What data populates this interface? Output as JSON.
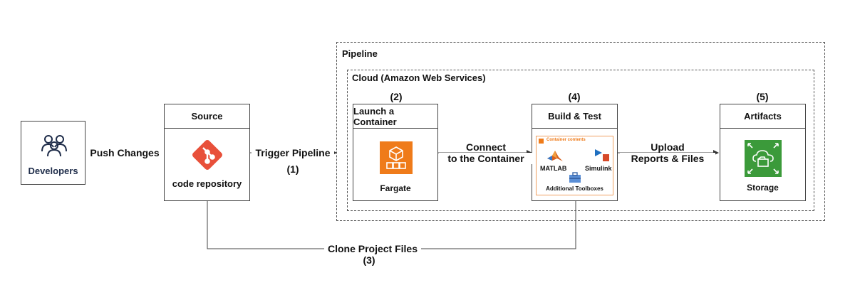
{
  "frames": {
    "pipeline_title": "Pipeline",
    "cloud_title": "Cloud (Amazon Web Services)"
  },
  "developers": {
    "label": "Developers"
  },
  "source": {
    "header": "Source",
    "label": "code repository"
  },
  "launch": {
    "step": "(2)",
    "header": "Launch a Container",
    "label": "Fargate"
  },
  "build": {
    "step": "(4)",
    "header": "Build & Test",
    "contents_title": "Container contents",
    "matlab": "MATLAB",
    "simulink": "Simulink",
    "toolboxes": "Additional Toolboxes"
  },
  "artifacts": {
    "step": "(5)",
    "header": "Artifacts",
    "label": "Storage"
  },
  "edges": {
    "push": "Push Changes",
    "trigger": "Trigger Pipeline",
    "trigger_step": "(1)",
    "connect_line1": "Connect",
    "connect_line2": "to the Container",
    "upload_line1": "Upload",
    "upload_line2": "Reports & Files",
    "clone": "Clone Project Files",
    "clone_step": "(3)"
  },
  "colors": {
    "git": "#e8503a",
    "fargate": "#ef7b1a",
    "storage": "#3b9a3a",
    "container_border": "#f0a060"
  }
}
